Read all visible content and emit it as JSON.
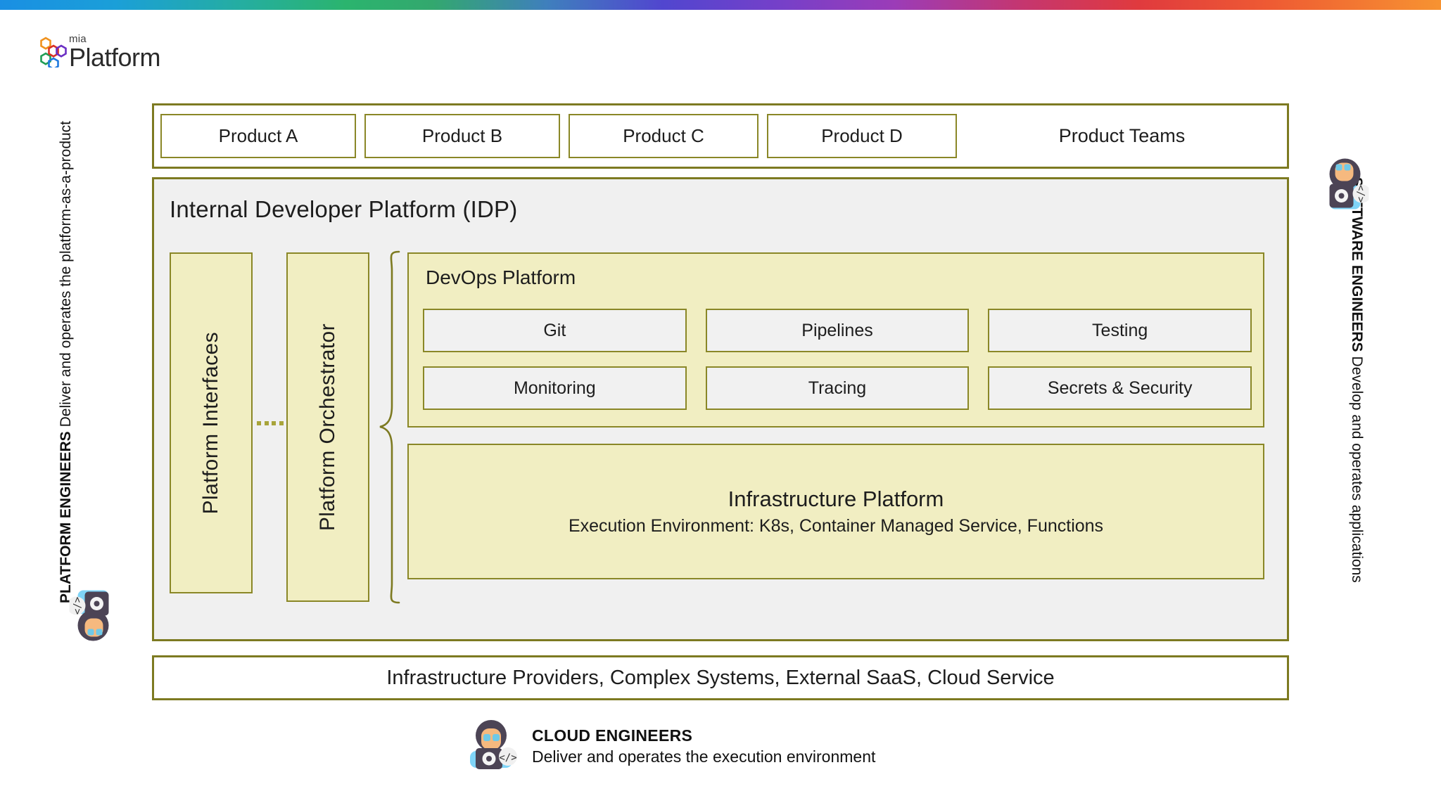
{
  "brand": {
    "logo_small": "mia",
    "logo_main": "Platform",
    "logo_icon": "hexagon-cluster-icon",
    "accent_olive": "#8a8727",
    "panel_gray": "#f0f0f0",
    "panel_yellow": "#f1eec2",
    "gradient_stops": [
      "#1a8fe3",
      "#2bb46e",
      "#5146cf",
      "#9b3cb8",
      "#e03a3e",
      "#f79331"
    ]
  },
  "products": {
    "boxes": [
      "Product A",
      "Product B",
      "Product C",
      "Product D"
    ],
    "group_label": "Product Teams"
  },
  "idp": {
    "title": "Internal Developer Platform (IDP)",
    "vertical_boxes": [
      "Platform Interfaces",
      "Platform Orchestrator"
    ],
    "devops": {
      "title": "DevOps Platform",
      "cells": [
        "Git",
        "Pipelines",
        "Testing",
        "Monitoring",
        "Tracing",
        "Secrets & Security"
      ]
    },
    "infrastructure": {
      "title": "Infrastructure Platform",
      "subtitle": "Execution Environment: K8s, Container Managed Service, Functions"
    }
  },
  "providers": {
    "label": "Infrastructure Providers, Complex Systems, External SaaS, Cloud Service"
  },
  "personas": {
    "platform_engineers": {
      "title": "PLATFORM ENGINEERS",
      "description": "Deliver and operates the platform-as-a-product",
      "icon": "engineer-avatar-icon"
    },
    "software_engineers": {
      "title": "SOFTWARE ENGINEERS",
      "description": "Develop and operates applications",
      "icon": "engineer-avatar-icon"
    },
    "cloud_engineers": {
      "title": "CLOUD ENGINEERS",
      "description": "Deliver and operates the execution environment",
      "icon": "engineer-avatar-icon"
    }
  }
}
